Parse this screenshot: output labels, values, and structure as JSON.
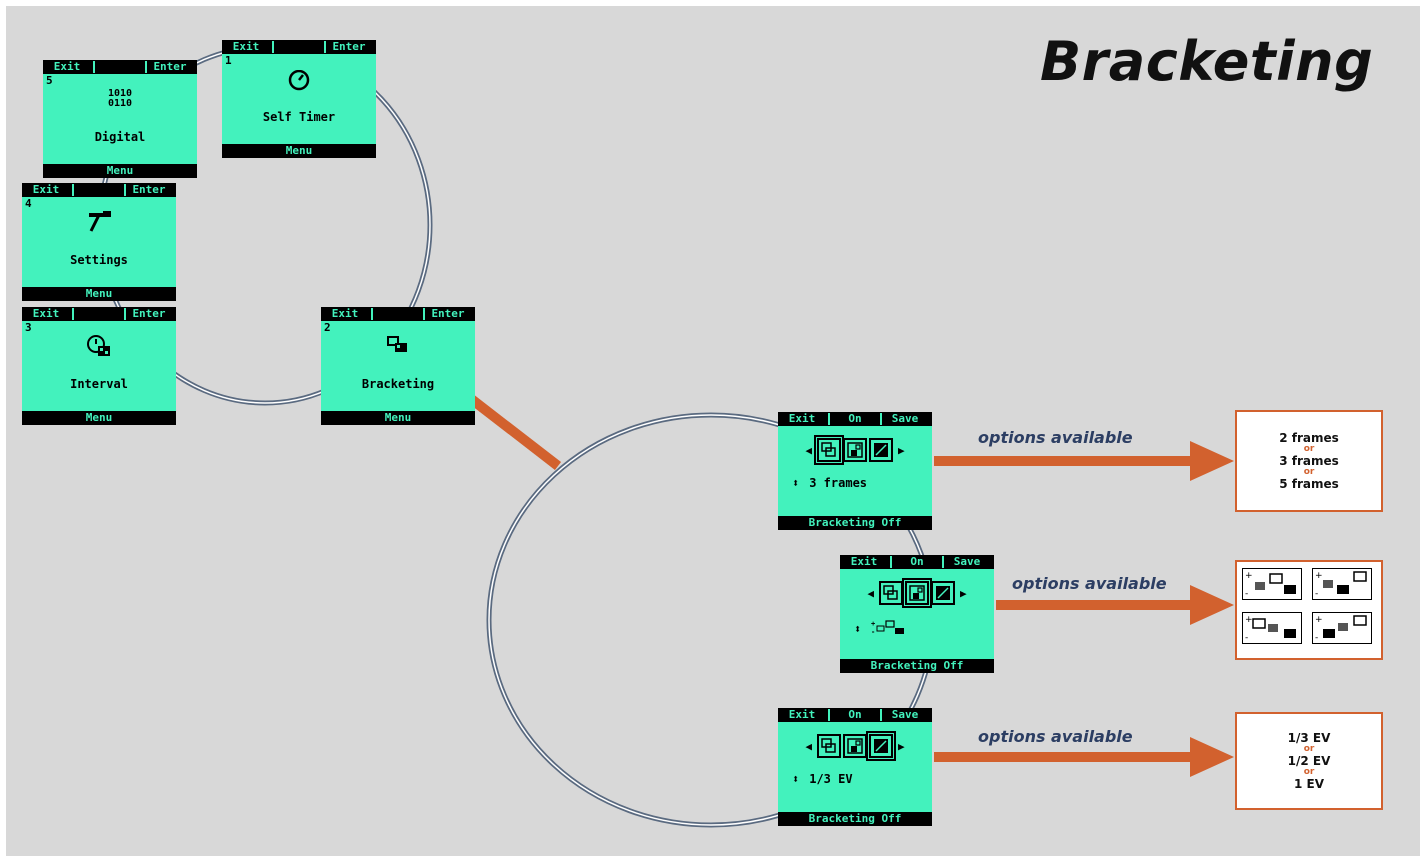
{
  "title": "Bracketing",
  "colors": {
    "background": "#d8d8d8",
    "lcd": "#43f2bd",
    "accent": "#d2612e",
    "wire": "#5a6a80"
  },
  "menu_screens": [
    {
      "num": "1",
      "label": "Self Timer",
      "left": "Exit",
      "right": "Enter",
      "bottom": "Menu",
      "icon": "timer-icon"
    },
    {
      "num": "2",
      "label": "Bracketing",
      "left": "Exit",
      "right": "Enter",
      "bottom": "Menu",
      "icon": "bracketing-icon"
    },
    {
      "num": "3",
      "label": "Interval",
      "left": "Exit",
      "right": "Enter",
      "bottom": "Menu",
      "icon": "interval-icon"
    },
    {
      "num": "4",
      "label": "Settings",
      "left": "Exit",
      "right": "Enter",
      "bottom": "Menu",
      "icon": "settings-icon"
    },
    {
      "num": "5",
      "label": "Digital",
      "left": "Exit",
      "right": "Enter",
      "bottom": "Menu",
      "icon": "digital-icon",
      "digits": [
        "1010",
        "0110"
      ]
    }
  ],
  "sub_screens": [
    {
      "left": "Exit",
      "middle": "On",
      "right": "Save",
      "value": "3 frames",
      "bottom": "Bracketing Off"
    },
    {
      "left": "Exit",
      "middle": "On",
      "right": "Save",
      "value": "",
      "bottom": "Bracketing Off"
    },
    {
      "left": "Exit",
      "middle": "On",
      "right": "Save",
      "value": "1/3 EV",
      "bottom": "Bracketing Off"
    }
  ],
  "options_label": "options available",
  "frame_options": [
    "2 frames",
    "3 frames",
    "5 frames"
  ],
  "ev_options": [
    "1/3 EV",
    "1/2 EV",
    "1 EV"
  ],
  "or_word": "or",
  "sequence_plus": "+",
  "sequence_minus": "-"
}
